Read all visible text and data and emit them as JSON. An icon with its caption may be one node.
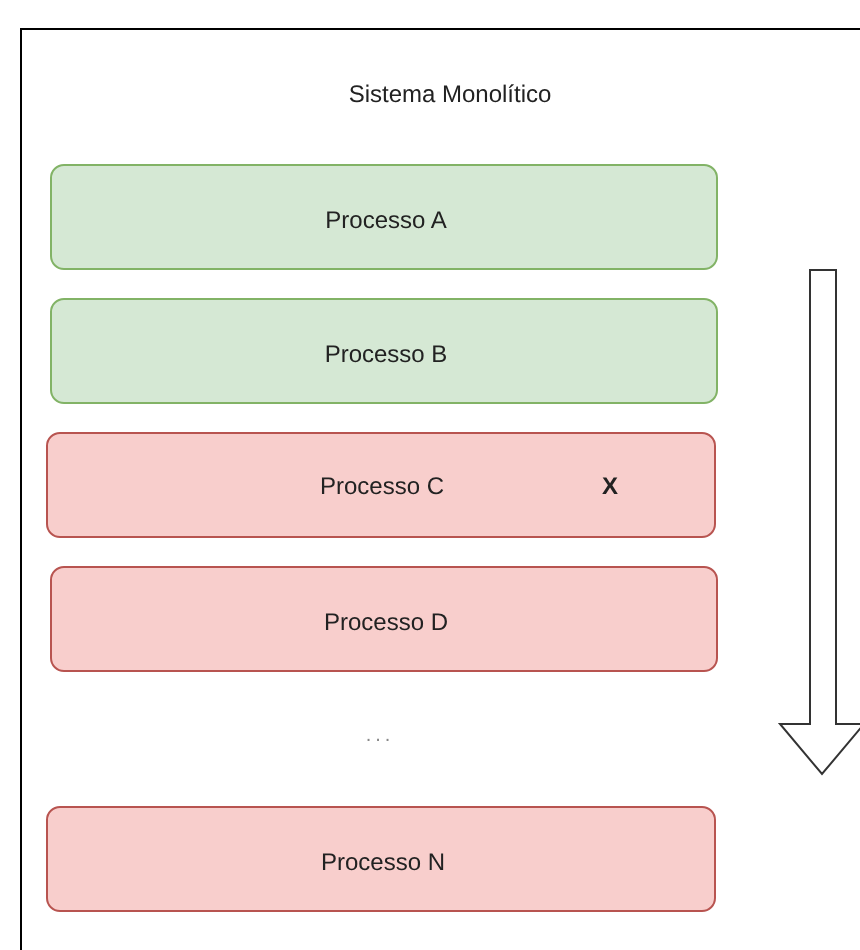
{
  "diagram": {
    "nodes": [
      {
        "text": [
          "Sistema Monolítico"
        ]
      },
      {
        "text": [
          "Processo A"
        ],
        "in": 0
      },
      {
        "text": [
          "Processo B"
        ],
        "in": 0
      },
      {
        "text": [
          "Processo C",
          "X"
        ],
        "in": 0
      },
      {
        "text": [
          "Processo D"
        ],
        "in": 0
      },
      {
        "text": [
          "Processo N"
        ],
        "in": 0
      }
    ],
    "labels": [
      "..."
    ]
  }
}
